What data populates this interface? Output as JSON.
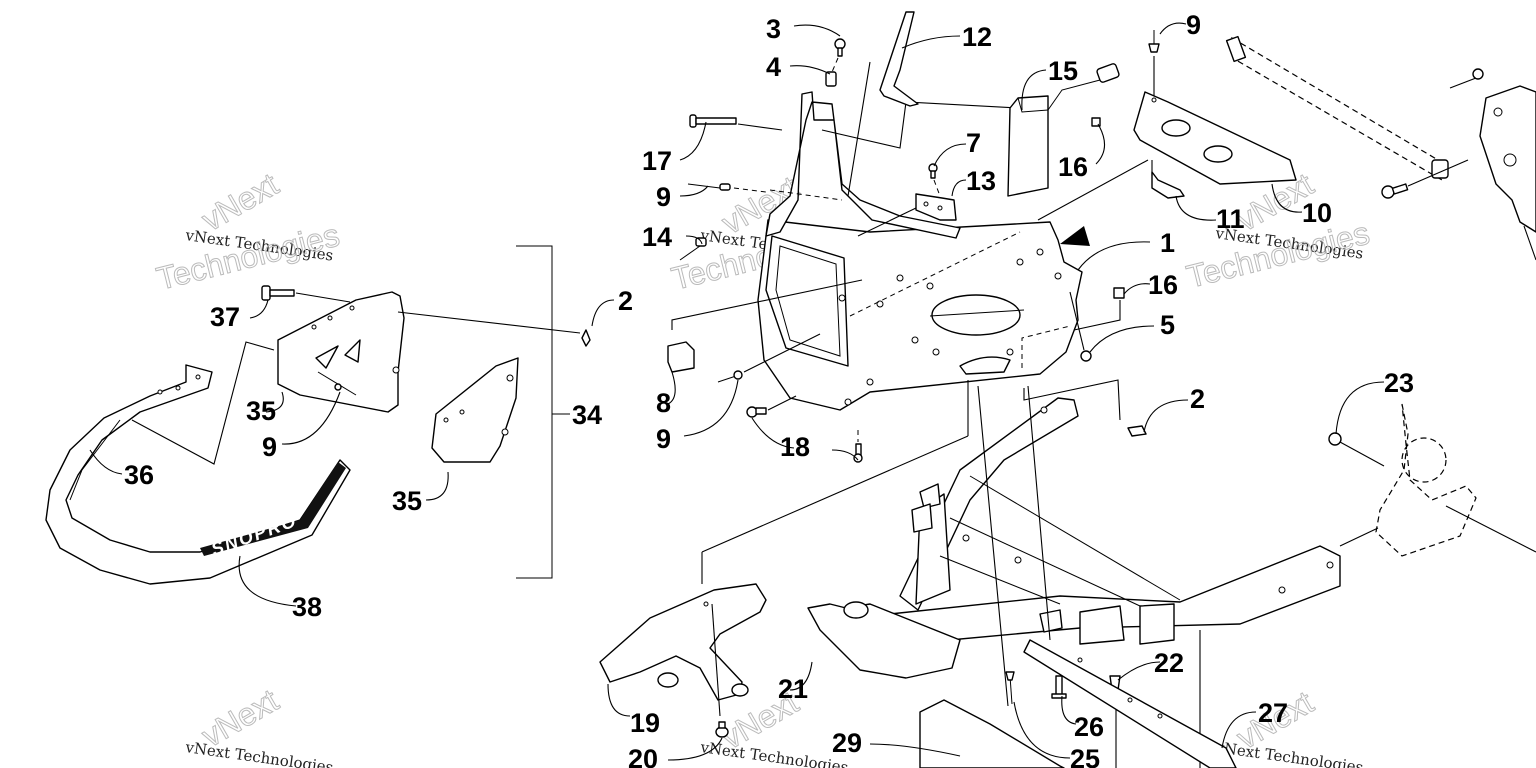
{
  "diagram": {
    "title": "Front frame / bumper exploded parts diagram",
    "watermark": {
      "small_text": "vNext Technologies",
      "big_line1": "vNext",
      "big_line2": "Technologies"
    },
    "decal_text": "SNOPRO",
    "callouts": [
      {
        "id": "c1",
        "label": "1"
      },
      {
        "id": "c2a",
        "label": "2"
      },
      {
        "id": "c2b",
        "label": "2"
      },
      {
        "id": "c3",
        "label": "3"
      },
      {
        "id": "c4",
        "label": "4"
      },
      {
        "id": "c5",
        "label": "5"
      },
      {
        "id": "c7",
        "label": "7"
      },
      {
        "id": "c8",
        "label": "8"
      },
      {
        "id": "c9a",
        "label": "9"
      },
      {
        "id": "c9b",
        "label": "9"
      },
      {
        "id": "c9c",
        "label": "9"
      },
      {
        "id": "c9d",
        "label": "9"
      },
      {
        "id": "c10",
        "label": "10"
      },
      {
        "id": "c11",
        "label": "11"
      },
      {
        "id": "c12",
        "label": "12"
      },
      {
        "id": "c13",
        "label": "13"
      },
      {
        "id": "c14",
        "label": "14"
      },
      {
        "id": "c15",
        "label": "15"
      },
      {
        "id": "c16a",
        "label": "16"
      },
      {
        "id": "c16b",
        "label": "16"
      },
      {
        "id": "c17",
        "label": "17"
      },
      {
        "id": "c18",
        "label": "18"
      },
      {
        "id": "c19",
        "label": "19"
      },
      {
        "id": "c20",
        "label": "20"
      },
      {
        "id": "c21",
        "label": "21"
      },
      {
        "id": "c22",
        "label": "22"
      },
      {
        "id": "c23",
        "label": "23"
      },
      {
        "id": "c25",
        "label": "25"
      },
      {
        "id": "c26",
        "label": "26"
      },
      {
        "id": "c27",
        "label": "27"
      },
      {
        "id": "c29",
        "label": "29"
      },
      {
        "id": "c34",
        "label": "34"
      },
      {
        "id": "c35a",
        "label": "35"
      },
      {
        "id": "c35b",
        "label": "35"
      },
      {
        "id": "c36",
        "label": "36"
      },
      {
        "id": "c37",
        "label": "37"
      },
      {
        "id": "c38",
        "label": "38"
      }
    ]
  }
}
